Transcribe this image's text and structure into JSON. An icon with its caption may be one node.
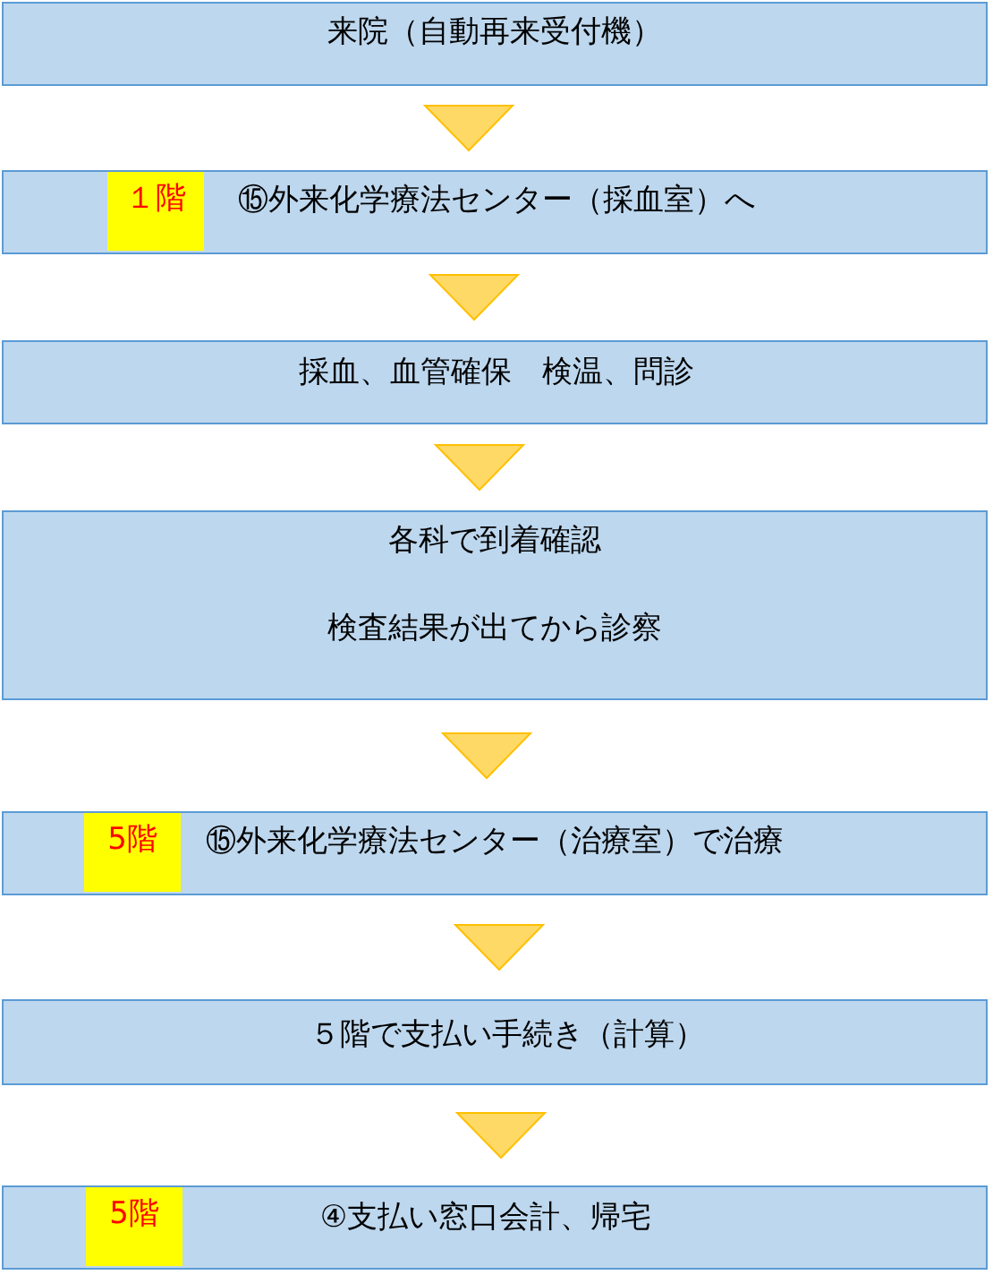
{
  "diagram": {
    "nodes": [
      {
        "text": [
          "来院（自動再来受付機）"
        ]
      },
      {
        "text": [
          "⑮外来化学療法センター（採血室）へ"
        ]
      },
      {
        "text": [
          "１階"
        ],
        "in": 1
      },
      {
        "text": [
          "採血、血管確保　検温、問診"
        ]
      },
      {
        "text": [
          "各科で到着確認",
          "検査結果が出てから診察"
        ]
      },
      {
        "text": [
          "⑮外来化学療法センター（治療室）で治療"
        ]
      },
      {
        "text": [
          "5階"
        ],
        "in": 5
      },
      {
        "text": [
          "５階で支払い手続き（計算）"
        ]
      },
      {
        "text": [
          "④支払い窓口会計、帰宅"
        ]
      },
      {
        "text": [
          "5階"
        ],
        "in": 8
      }
    ],
    "edges": [
      {
        "from": 0,
        "to": 1,
        "arrow": "to"
      },
      {
        "from": 1,
        "to": 3,
        "arrow": "to"
      },
      {
        "from": 3,
        "to": 4,
        "arrow": "to"
      },
      {
        "from": 4,
        "to": 5,
        "arrow": "to"
      },
      {
        "from": 5,
        "to": 7,
        "arrow": "to"
      },
      {
        "from": 7,
        "to": 8,
        "arrow": "to"
      }
    ]
  }
}
